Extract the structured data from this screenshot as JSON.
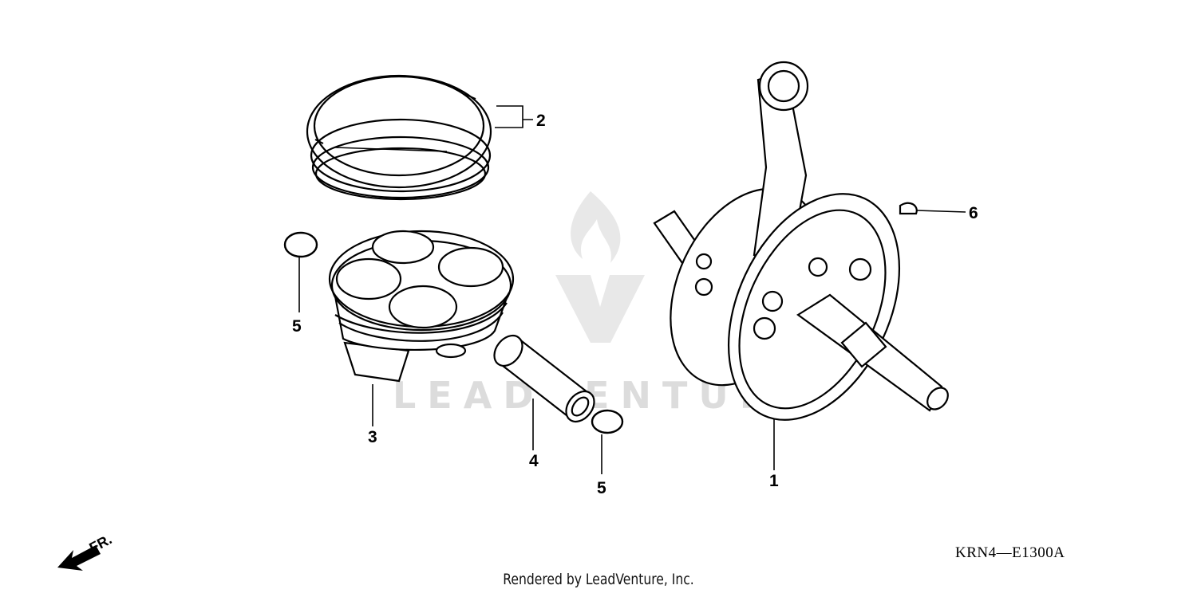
{
  "callouts": [
    {
      "id": "1",
      "label": "1"
    },
    {
      "id": "2",
      "label": "2"
    },
    {
      "id": "3",
      "label": "3"
    },
    {
      "id": "4",
      "label": "4"
    },
    {
      "id": "5a",
      "label": "5"
    },
    {
      "id": "5b",
      "label": "5"
    },
    {
      "id": "6",
      "label": "6"
    }
  ],
  "direction_label": "FR.",
  "diagram_code": "KRN4—E1300A",
  "watermark_text": "LEADVENTURE",
  "footer_text": "Rendered by LeadVenture, Inc."
}
